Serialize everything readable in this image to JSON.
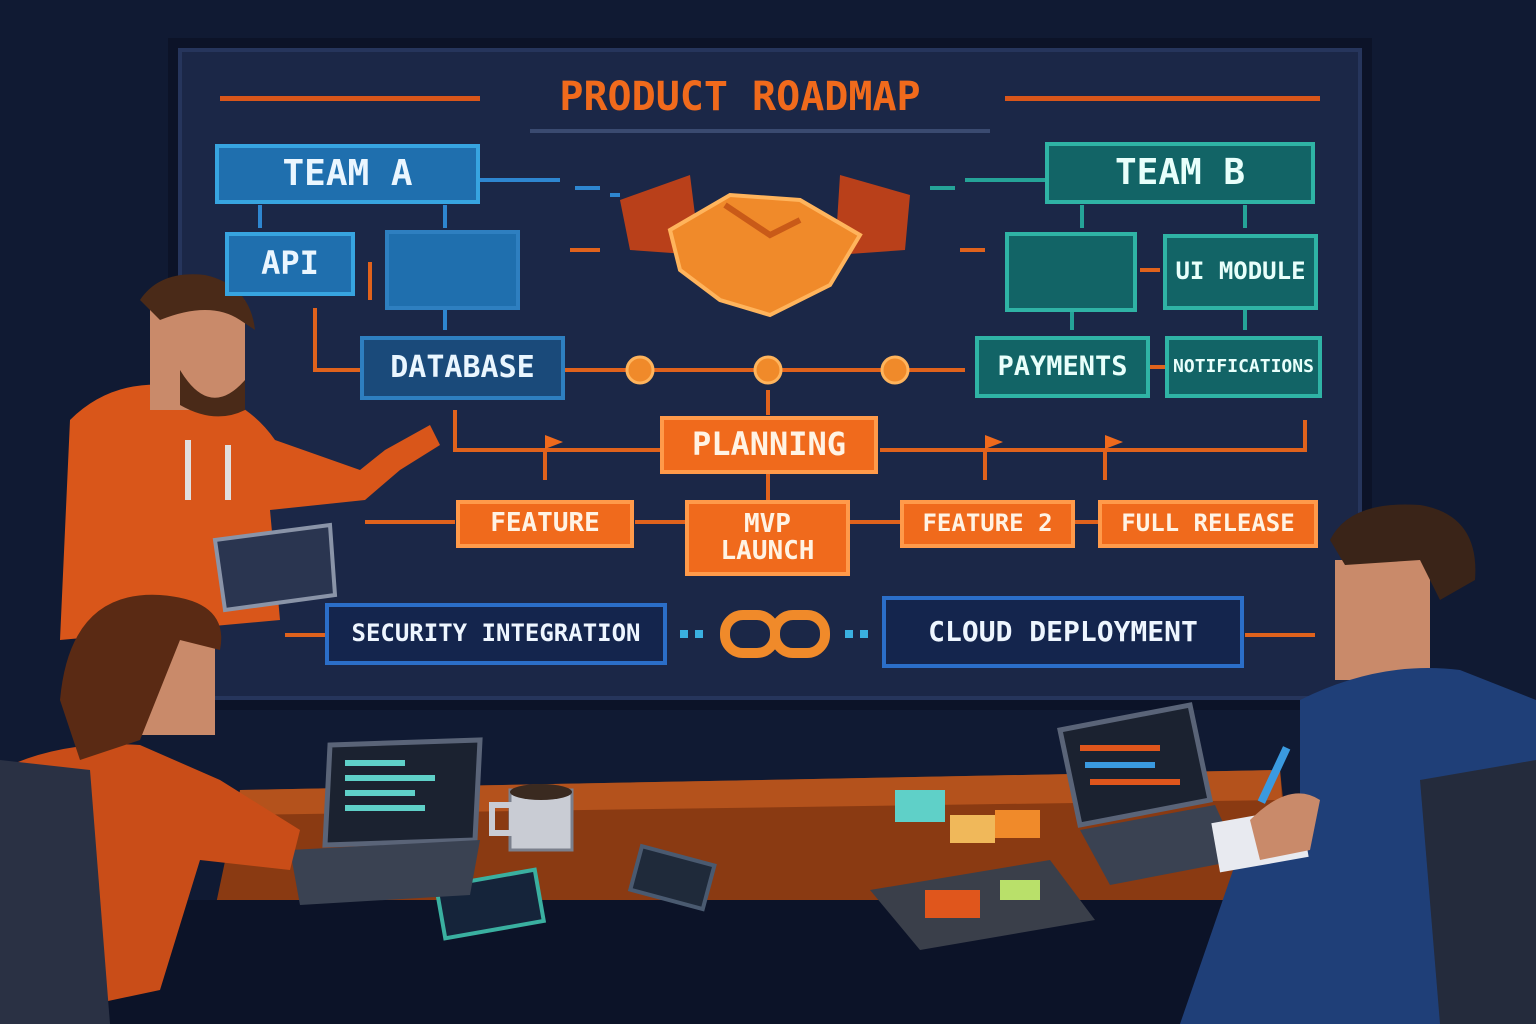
{
  "board": {
    "title": "PRODUCT ROADMAP",
    "team_a": "TEAM A",
    "team_b": "TEAM B",
    "api": "API",
    "database": "DATABASE",
    "ui_module": "UI MODULE",
    "payments": "PAYMENTS",
    "notifications": "NOTIFICATIONS",
    "planning": "PLANNING",
    "feature": "FEATURE",
    "mvp_launch": "MVP\nLAUNCH",
    "feature_2": "FEATURE 2",
    "full_release": "FULL RELEASE",
    "security_integration": "SECURITY INTEGRATION",
    "cloud_deployment": "CLOUD DEPLOYMENT"
  },
  "colors": {
    "background": "#101a33",
    "board": "#1b2747",
    "accent_orange": "#f06a1c",
    "team_a_blue": "#1f6fae",
    "team_b_teal": "#126466"
  },
  "icons": [
    "handshake-icon",
    "server-icon",
    "chain-link-icon",
    "flag-icon"
  ]
}
